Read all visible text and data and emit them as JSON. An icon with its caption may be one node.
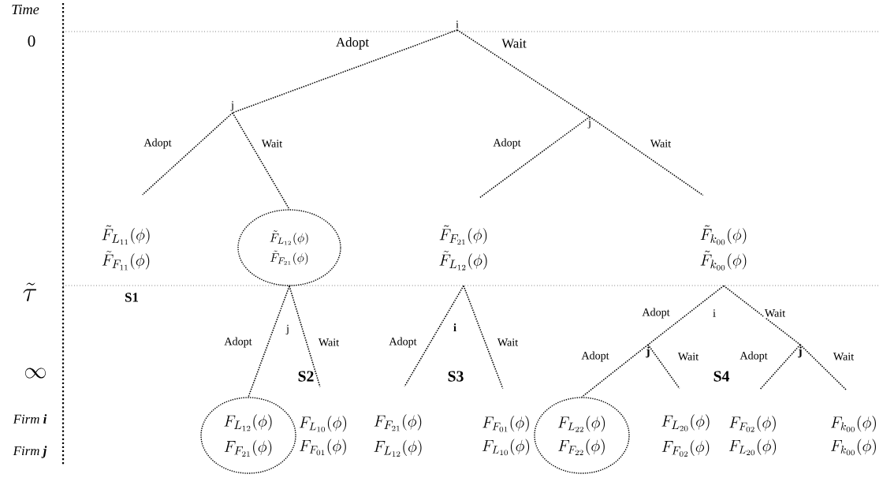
{
  "diagram": {
    "nodes": [
      {
        "text": [
          "i"
        ]
      },
      {
        "text": [
          "j"
        ]
      },
      {
        "text": [
          "j"
        ]
      },
      {
        "text": [
          "\\tilde{F}_{L_{11}}(\\phi)",
          "\\tilde{F}_{F_{11}}(\\phi)"
        ]
      },
      {
        "text": [
          "\\tilde{F}_{L_{12}}(\\phi)",
          "\\tilde{F}_{F_{21}}(\\phi)"
        ]
      },
      {
        "text": [
          "\\tilde{F}_{F_{21}}(\\phi)",
          "\\tilde{F}_{L_{12}}(\\phi)"
        ]
      },
      {
        "text": [
          "\\tilde{F}_{k_{00}}(\\phi)",
          "\\tilde{F}_{k_{00}}(\\phi)"
        ]
      },
      {
        "text": [
          "j"
        ]
      },
      {
        "text": [
          "j"
        ]
      },
      {
        "text": [
          "F_{L_{12}}(\\phi)",
          "F_{F_{21}}(\\phi)"
        ]
      },
      {
        "text": [
          "F_{L_{10}}(\\phi)",
          "F_{F_{01}}(\\phi)"
        ]
      },
      {
        "text": [
          "F_{F_{21}}(\\phi)",
          "F_{L_{12}}(\\phi)"
        ]
      },
      {
        "text": [
          "F_{F_{01}}(\\phi)",
          "F_{L_{10}}(\\phi)"
        ]
      },
      {
        "text": [
          "F_{L_{22}}(\\phi)",
          "F_{F_{22}}(\\phi)"
        ]
      },
      {
        "text": [
          "F_{L_{20}}(\\phi)",
          "F_{F_{02}}(\\phi)"
        ]
      },
      {
        "text": [
          "F_{F_{02}}(\\phi)",
          "F_{L_{20}}(\\phi)"
        ]
      },
      {
        "text": [
          "F_{k_{00}}(\\phi)",
          "F_{k_{00}}(\\phi)"
        ]
      }
    ],
    "edges": [
      {
        "from": 0,
        "to": 1,
        "arrow": "none",
        "label": "Adopt"
      },
      {
        "from": 0,
        "to": 2,
        "arrow": "none",
        "label": "Wait"
      },
      {
        "from": 1,
        "to": 3,
        "arrow": "none",
        "label": "Adopt"
      },
      {
        "from": 1,
        "to": 4,
        "arrow": "none",
        "label": "Wait"
      },
      {
        "from": 2,
        "to": 5,
        "arrow": "none",
        "label": "Adopt"
      },
      {
        "from": 2,
        "to": 6,
        "arrow": "none",
        "label": "Wait"
      },
      {
        "from": 4,
        "to": 9,
        "arrow": "none",
        "label": "Adopt"
      },
      {
        "from": 4,
        "to": 10,
        "arrow": "none",
        "label": "Wait"
      },
      {
        "from": 5,
        "to": 11,
        "arrow": "none",
        "label": "Adopt"
      },
      {
        "from": 5,
        "to": 12,
        "arrow": "none",
        "label": "Wait"
      },
      {
        "from": 6,
        "to": 7,
        "arrow": "none",
        "label": "Adopt"
      },
      {
        "from": 6,
        "to": 8,
        "arrow": "none",
        "label": "Wait"
      },
      {
        "from": 7,
        "to": 13,
        "arrow": "none",
        "label": "Adopt"
      },
      {
        "from": 7,
        "to": 14,
        "arrow": "none",
        "label": "Wait"
      },
      {
        "from": 8,
        "to": 15,
        "arrow": "none",
        "label": "Adopt"
      },
      {
        "from": 8,
        "to": 16,
        "arrow": "none",
        "label": "Wait"
      }
    ],
    "labels": [
      "Time",
      "0",
      "\\tilde{\\tau}",
      "\\infty",
      "Firm **i**",
      "Firm **j**",
      "S1",
      "S2",
      "S3",
      "S4",
      "j",
      "i",
      "i"
    ]
  }
}
